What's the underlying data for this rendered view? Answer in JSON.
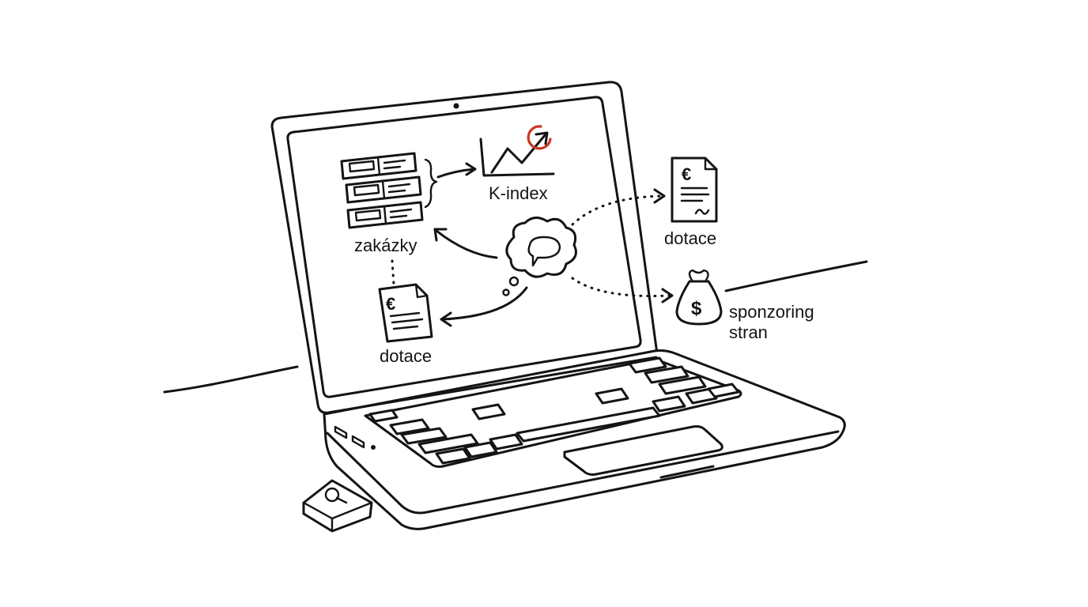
{
  "labels": {
    "zakazky": "zakázky",
    "k_index": "K-index",
    "dotace_screen": "dotace",
    "dotace_right": "dotace",
    "sponzoring_line1": "sponzoring",
    "sponzoring_line2": "stran"
  },
  "glyphs": {
    "euro": "€",
    "dollar": "$"
  },
  "icons": [
    "server-stack-icon",
    "trend-chart-icon",
    "thought-bubble-icon",
    "euro-document-icon",
    "money-bag-icon",
    "search-key-icon"
  ],
  "colors": {
    "ink": "#141414",
    "accent": "#c8381f",
    "background": "#ffffff"
  }
}
